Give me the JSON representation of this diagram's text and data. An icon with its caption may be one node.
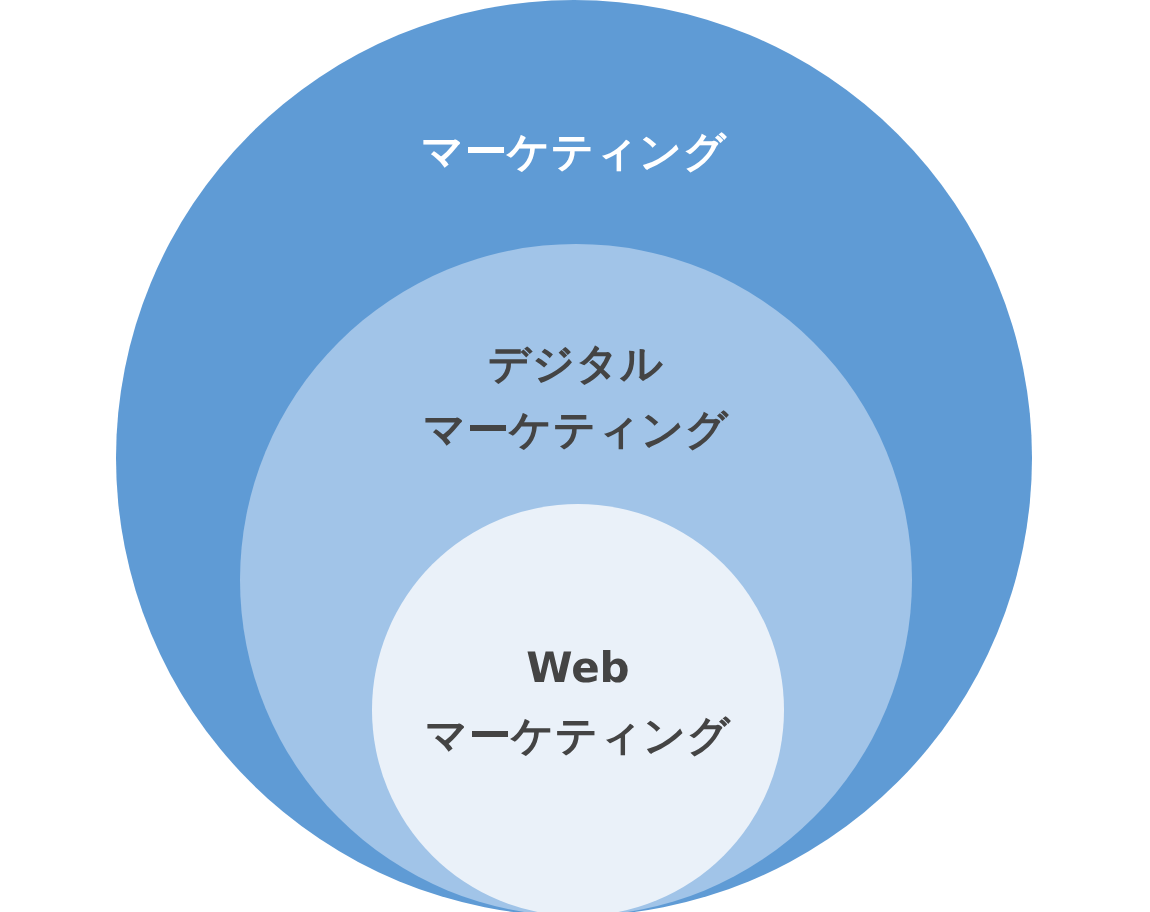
{
  "diagram": {
    "nodes": [
      {
        "text": [
          "マーケティング"
        ]
      },
      {
        "text": [
          "デジタルマーケティング"
        ],
        "in": 0
      },
      {
        "text": [
          "Web",
          "マーケティング"
        ],
        "in": 1
      }
    ]
  }
}
